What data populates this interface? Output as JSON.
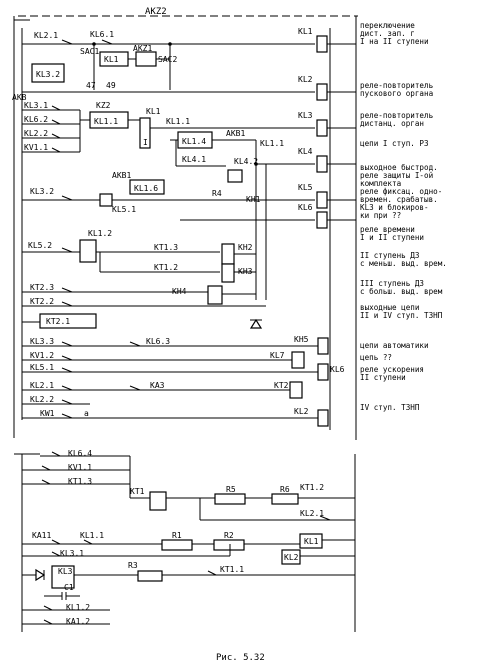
{
  "title": "AKZ2",
  "caption": "Рис. 5.32",
  "top_section": {
    "elements": {
      "kl2_1": "KL2.1",
      "kl6_1": "KL6.1",
      "sac1": "SAC1",
      "akz1": "AKZ1",
      "sac2": "SAC2",
      "kl1_top": "KL1",
      "kl3_2_top": "KL3.2",
      "akb": "AKB",
      "n47": "47",
      "n49": "49",
      "kl3_1": "KL3.1",
      "kl6_2": "KL6.2",
      "kl2_2": "KL2.2",
      "kv1_1": "KV1.1",
      "kz2": "KZ2",
      "kl1_1_a": "KL1.1",
      "kl1_b": "KL1",
      "kl1_1_b": "KL1.1",
      "kl1_4": "KL1.4",
      "kl4_1": "KL4.1",
      "akb1_a": "AKB1",
      "kl4_2": "KL4.2",
      "kl1_1_c": "KL1.1",
      "i_mark": "I",
      "akb1_b": "AKB1",
      "kl1_6": "KL1.6",
      "kl3_2": "KL3.2",
      "kl5_1": "KL5.1",
      "r4": "R4",
      "kh1": "KH1",
      "kl5_2": "KL5.2",
      "kl1_2": "KL1.2",
      "kt1_3": "KT1.3",
      "kh2": "KH2",
      "kt1_2": "KT1.2",
      "kh3": "KH3",
      "kh4": "KH4",
      "kt2_3": "KT2.3",
      "kt2_2": "KT2.2",
      "kt2_1": "KT2.1",
      "kl3_3": "KL3.3",
      "kl6_3": "KL6.3",
      "kv1_2": "KV1.2",
      "kl5_1b": "KL5.1",
      "kl2_1b": "KL2.1",
      "ka3": "KA3",
      "kl2_2b": "KL2.2",
      "kw1": "KW1",
      "a_mark": "a",
      "kh5": "KH5",
      "kl7": "KL7",
      "kl6": "KL6",
      "kt2": "KT2",
      "kl2_bottom": "KL2"
    },
    "coils": [
      "KL1",
      "KL2",
      "KL3",
      "KL4",
      "KL5",
      "KL6"
    ],
    "notes": [
      [
        "переключение",
        "дист. зап. г",
        "I на II ступени"
      ],
      [
        "реле-повторитель",
        "пускового органа"
      ],
      [
        "реле-повторитель",
        "дистанц. орган"
      ],
      [
        "цепи I ступ. РЗ"
      ],
      [
        "выходное быстрод.",
        "реле защиты I-ой",
        "комплекта"
      ],
      [
        "реле фиксац. одно-",
        "времен. срабатыв.",
        "KL3 и блокиров-",
        "ки при ??"
      ],
      [
        "реле времени",
        "I и II ступени"
      ],
      [
        "II ступень ДЗ",
        "с меньш. выд. врем."
      ],
      [
        "III ступень ДЗ",
        "с больш. выд. врем"
      ],
      [
        "выходные цепи",
        "II и IV ступ. ТЗНП"
      ],
      [
        "цепи автоматики"
      ],
      [
        "цепь ??"
      ],
      [
        "реле ускорения",
        "II ступени"
      ],
      [
        "IV ступ. ТЗНП"
      ]
    ]
  },
  "bottom_section": {
    "elements": {
      "kl6_4": "KL6.4",
      "kv1_1": "KV1.1",
      "kt1_3": "KT1.3",
      "kt1": "KT1",
      "r5": "R5",
      "r6": "R6",
      "kt1_2": "KT1.2",
      "kl2_1": "KL2.1",
      "ka11": "KA11",
      "kl1_1": "KL1.1",
      "r1": "R1",
      "r2": "R2",
      "kl1": "KL1",
      "kl3_1": "KL3.1",
      "kl2": "KL2",
      "kl3": "KL3",
      "r3": "R3",
      "kt1_1": "KT1.1",
      "c1": "C1",
      "kl1_2": "KL1.2",
      "ka1_2": "KA1.2"
    }
  }
}
